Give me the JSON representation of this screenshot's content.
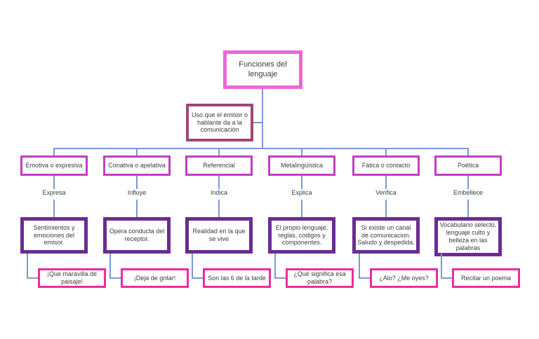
{
  "title": "Funciones del\nlenguaje",
  "subtitle": "Uso que el emisor o hablante da a la comunicación",
  "colors": {
    "title_border": "#ee66d8",
    "subtitle_border": "#9c4876",
    "header_border": "#c03fc0",
    "description_border": "#6a2c93",
    "example_border": "#ee2b9d",
    "connector": "#7b98d4",
    "text": "#3c3c3c",
    "background": "#ffffff"
  },
  "columns": [
    {
      "header": "Emotiva o expresiva",
      "verb": "Expresa",
      "description": "Sentimientos y emociones del emisor.",
      "example": "¡Que maravilla de paisaje!"
    },
    {
      "header": "Conativa o apelativa",
      "verb": "Influye",
      "description": "Opera conducta del receptor.",
      "example": "¡Deja de gritar!"
    },
    {
      "header": "Referencial",
      "verb": "Indica",
      "description": "Realidad en la que se vive",
      "example": "Son las 6 de la tarde"
    },
    {
      "header": "Metalingüística",
      "verb": "Explica",
      "description": "El propio lenguaje, reglas, codigos y componentes.",
      "example": "¿Qué significa esa palabra?"
    },
    {
      "header": "Fática o contacto",
      "verb": "Verifica",
      "description": "Si existe un canal de comunicacion. Saludo y despedida.",
      "example": "¿Alo? ¿Me oyes?"
    },
    {
      "header": "Poética",
      "verb": "Embellece",
      "description": "Vocabulario selecto, lenguaje culto y belleza en las palabras",
      "example": "Recitar un poema"
    }
  ]
}
